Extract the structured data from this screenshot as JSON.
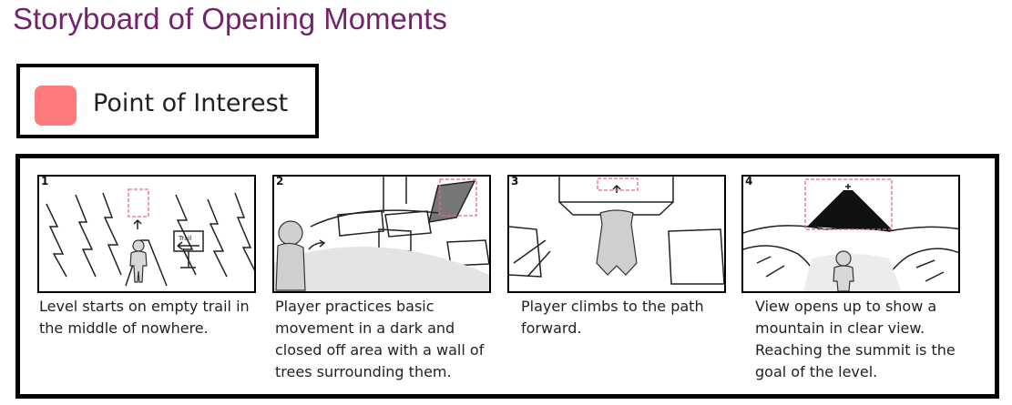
{
  "title": "Storyboard of Opening Moments",
  "legend": {
    "label": "Point of Interest",
    "swatch_color": "#ff7a7a"
  },
  "panels": [
    {
      "number": "1",
      "caption": "Level starts on empty trail in the middle of nowhere.",
      "sign_text": "Trail"
    },
    {
      "number": "2",
      "caption": "Player practices basic movement in a dark and closed off area with a wall of trees surrounding them."
    },
    {
      "number": "3",
      "caption": "Player climbs to the path forward."
    },
    {
      "number": "4",
      "caption": "View opens up to show a mountain in clear view. Reaching the summit is the goal of the level."
    }
  ]
}
